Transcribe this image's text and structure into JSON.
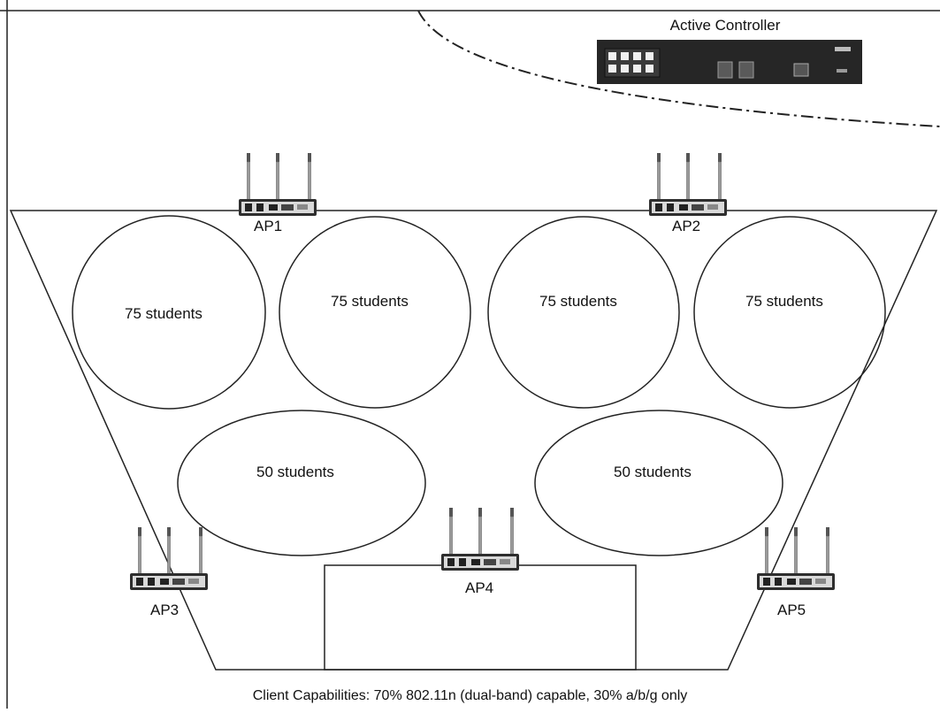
{
  "controller": {
    "label": "Active Controller"
  },
  "access_points": [
    {
      "label": "AP1"
    },
    {
      "label": "AP2"
    },
    {
      "label": "AP3"
    },
    {
      "label": "AP4"
    },
    {
      "label": "AP5"
    }
  ],
  "zones": [
    {
      "label": "75 students"
    },
    {
      "label": "75 students"
    },
    {
      "label": "75 students"
    },
    {
      "label": "75 students"
    },
    {
      "label": "50 students"
    },
    {
      "label": "50 students"
    }
  ],
  "caption": "Client Capabilities: 70% 802.11n (dual-band) capable, 30% a/b/g only"
}
